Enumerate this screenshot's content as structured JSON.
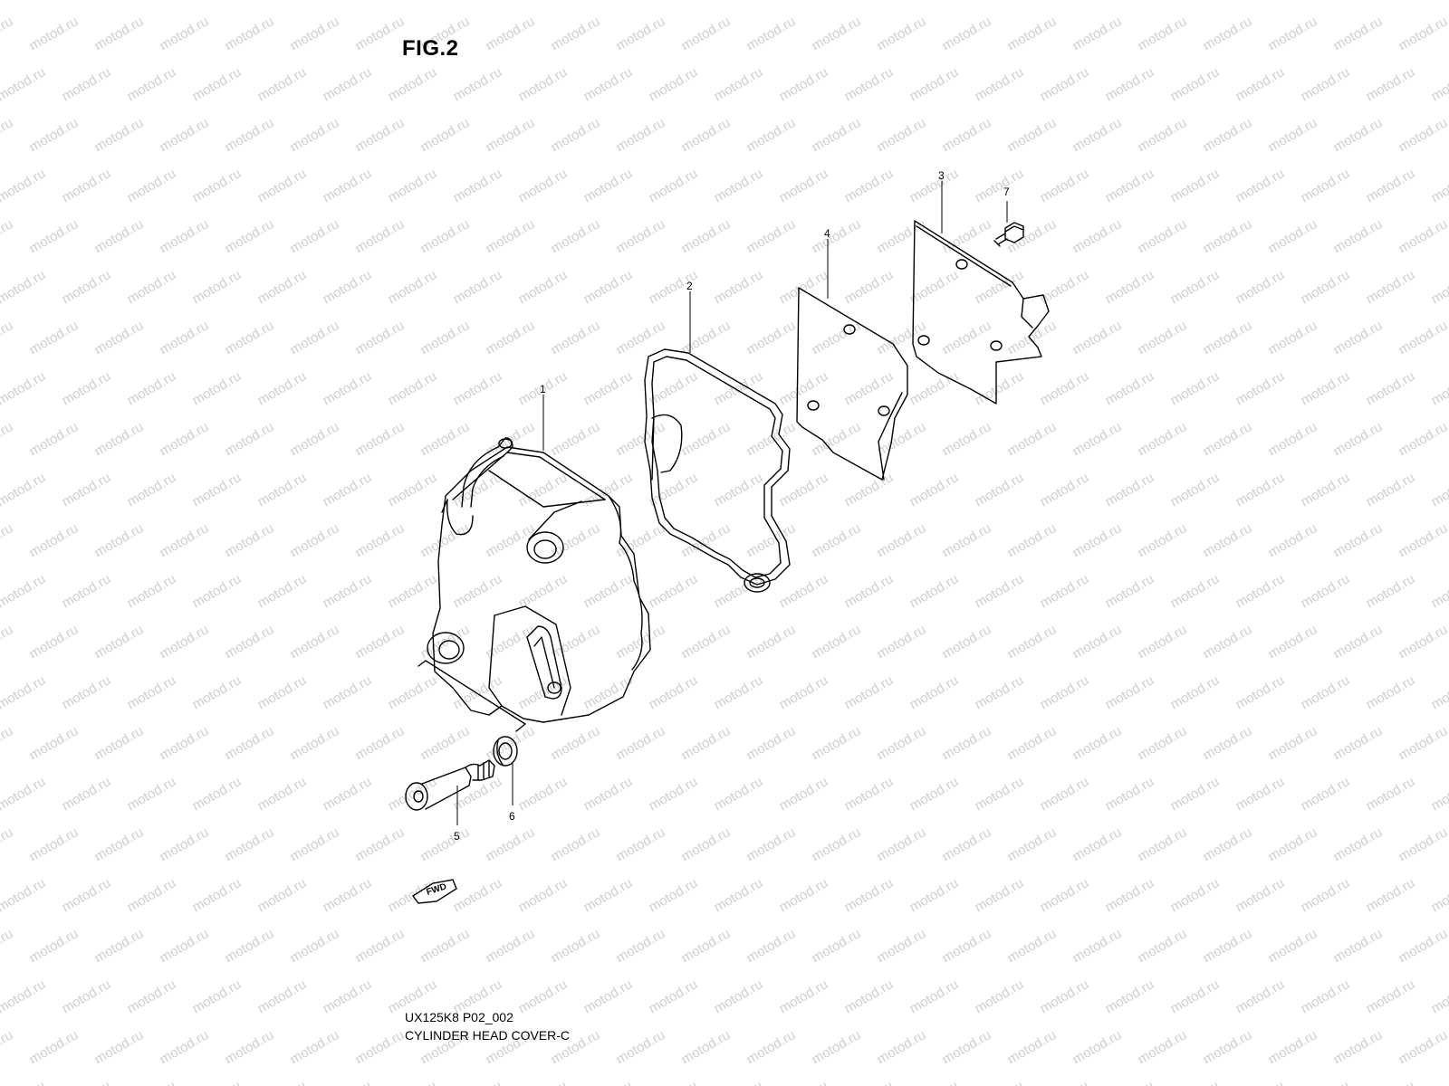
{
  "figure": {
    "title": "FIG.2",
    "watermark_text": "motod.ru",
    "watermark_color": "#cfcfcf",
    "code": "UX125K8 P02_002",
    "caption": "CYLINDER HEAD COVER-C",
    "direction_marker": "FWD"
  },
  "callouts": [
    {
      "id": "1",
      "part": "cylinder-head-cover"
    },
    {
      "id": "2",
      "part": "cover-gasket"
    },
    {
      "id": "3",
      "part": "plate"
    },
    {
      "id": "4",
      "part": "gasket-plate"
    },
    {
      "id": "5",
      "part": "cover-bolt"
    },
    {
      "id": "6",
      "part": "seal-washer"
    },
    {
      "id": "7",
      "part": "small-bolt"
    }
  ]
}
